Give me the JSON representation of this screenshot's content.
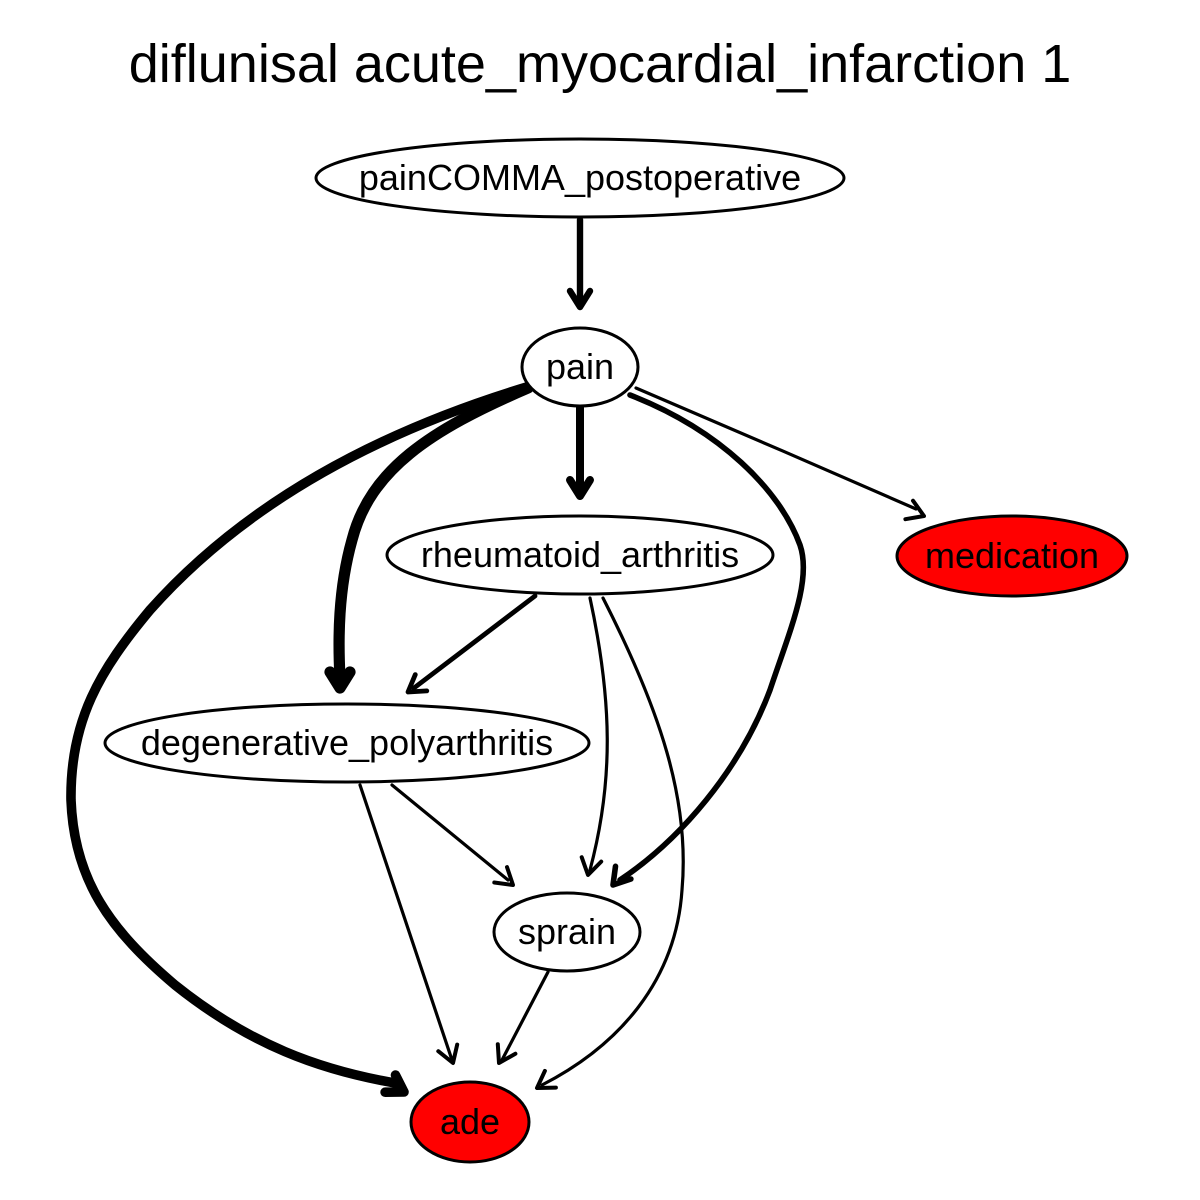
{
  "diagram": {
    "title": "diflunisal acute_myocardial_infarction 1",
    "colors": {
      "default_fill": "#ffffff",
      "highlight_fill": "#ff0000",
      "stroke": "#000000"
    },
    "nodes": [
      {
        "id": "painCOMMA_postoperative",
        "label": "painCOMMA_postoperative",
        "highlight": false
      },
      {
        "id": "pain",
        "label": "pain",
        "highlight": false
      },
      {
        "id": "rheumatoid_arthritis",
        "label": "rheumatoid_arthritis",
        "highlight": false
      },
      {
        "id": "medication",
        "label": "medication",
        "highlight": true
      },
      {
        "id": "degenerative_polyarthritis",
        "label": "degenerative_polyarthritis",
        "highlight": false
      },
      {
        "id": "sprain",
        "label": "sprain",
        "highlight": false
      },
      {
        "id": "ade",
        "label": "ade",
        "highlight": true
      }
    ],
    "edges": [
      {
        "from": "painCOMMA_postoperative",
        "to": "pain",
        "weight": 4
      },
      {
        "from": "pain",
        "to": "rheumatoid_arthritis",
        "weight": 5
      },
      {
        "from": "pain",
        "to": "medication",
        "weight": 2
      },
      {
        "from": "pain",
        "to": "degenerative_polyarthritis",
        "weight": 7
      },
      {
        "from": "pain",
        "to": "ade",
        "weight": 6
      },
      {
        "from": "pain",
        "to": "sprain",
        "weight": 3.5
      },
      {
        "from": "rheumatoid_arthritis",
        "to": "degenerative_polyarthritis",
        "weight": 3
      },
      {
        "from": "rheumatoid_arthritis",
        "to": "sprain",
        "weight": 2
      },
      {
        "from": "rheumatoid_arthritis",
        "to": "ade",
        "weight": 2
      },
      {
        "from": "degenerative_polyarthritis",
        "to": "sprain",
        "weight": 2
      },
      {
        "from": "degenerative_polyarthritis",
        "to": "ade",
        "weight": 2
      },
      {
        "from": "sprain",
        "to": "ade",
        "weight": 2
      }
    ]
  }
}
